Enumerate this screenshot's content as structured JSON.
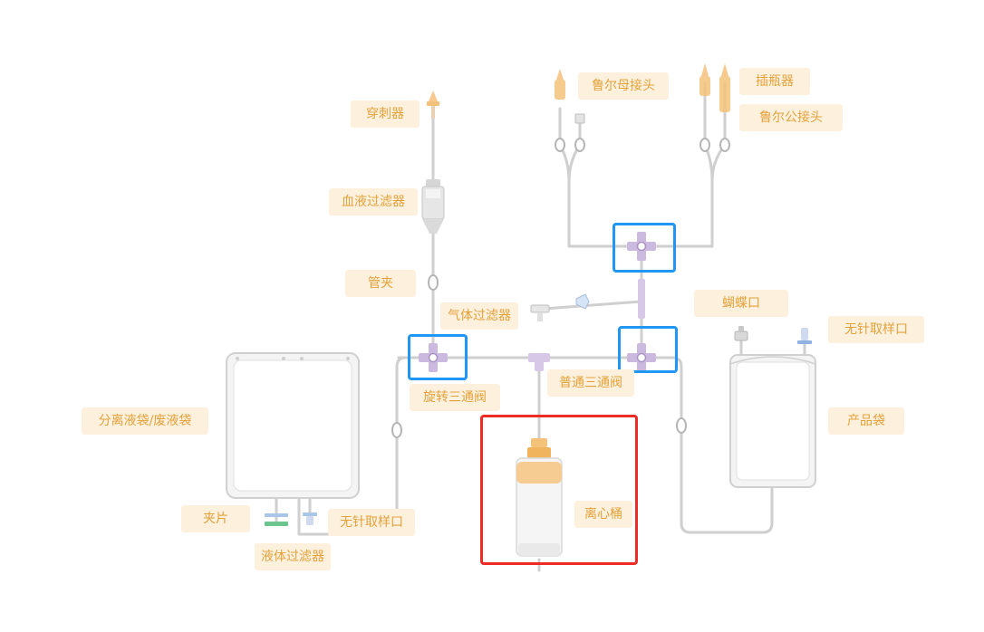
{
  "labels": {
    "spike": "穿刺器",
    "blood_filter": "血液过滤器",
    "tube_clamp": "管夹",
    "air_filter": "气体过滤器",
    "rotary_valve": "旋转三通阀",
    "common_valve": "普通三通阀",
    "luer_female": "鲁尔母接头",
    "bottle_spike": "插瓶器",
    "luer_male": "鲁尔公接头",
    "butterfly_port": "蝴蝶口",
    "needleless_port_right": "无针取样口",
    "product_bag": "产品袋",
    "separation_bag": "分离液袋/废液袋",
    "clip": "夹片",
    "needleless_port_left": "无针取样口",
    "liquid_filter": "液体过滤器",
    "centrifuge": "离心桶"
  },
  "colors": {
    "tube": "#cfcfcf",
    "label_bg": "#fdf1de",
    "label_text": "#e3a13a",
    "highlight_blue": "#2196f3",
    "highlight_red": "#ee2b24",
    "valve": "#c8b6de",
    "centrifuge_accent": "#f3c27a"
  }
}
